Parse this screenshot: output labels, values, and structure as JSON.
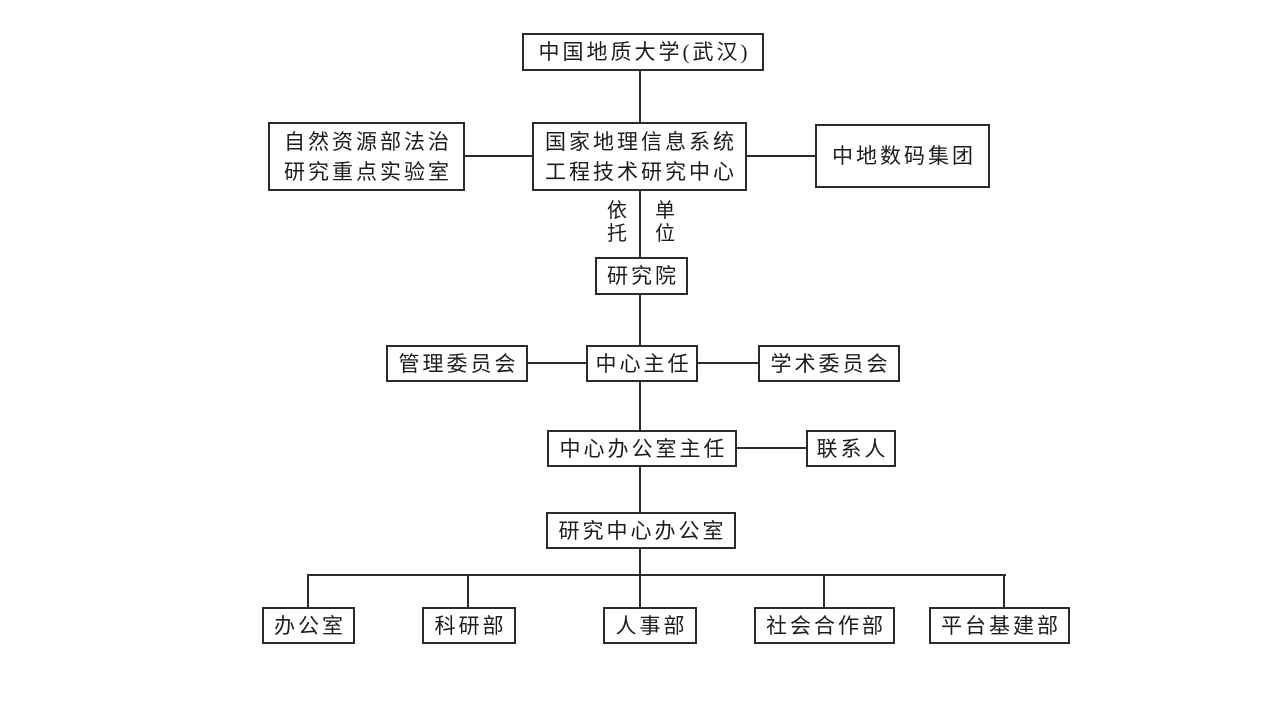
{
  "page": {
    "background": "#ffffff",
    "line_color": "#2a2a2a",
    "text_color": "#1c1c1c"
  },
  "org_chart": {
    "root": {
      "label": "中国地质大学(武汉)"
    },
    "level2": {
      "law_lab": {
        "line1": "自然资源部法治",
        "line2": "研究重点实验室"
      },
      "gis_center": {
        "line1": "国家地理信息系统",
        "line2": "工程技术研究中心"
      },
      "zondy_group": {
        "label": "中地数码集团"
      }
    },
    "link_labels": {
      "left": "依托",
      "right": "单位"
    },
    "institute": {
      "label": "研究院"
    },
    "committees": {
      "management": {
        "label": "管理委员会"
      },
      "academic": {
        "label": "学术委员会"
      }
    },
    "director": {
      "label": "中心主任"
    },
    "office_director": {
      "label": "中心办公室主任"
    },
    "contact": {
      "label": "联系人"
    },
    "center_office": {
      "label": "研究中心办公室"
    },
    "departments": {
      "office": {
        "label": "办公室"
      },
      "research": {
        "label": "科研部"
      },
      "hr": {
        "label": "人事部"
      },
      "social_cooperation": {
        "label": "社会合作部"
      },
      "platform_infrastructure": {
        "label": "平台基建部"
      }
    }
  }
}
